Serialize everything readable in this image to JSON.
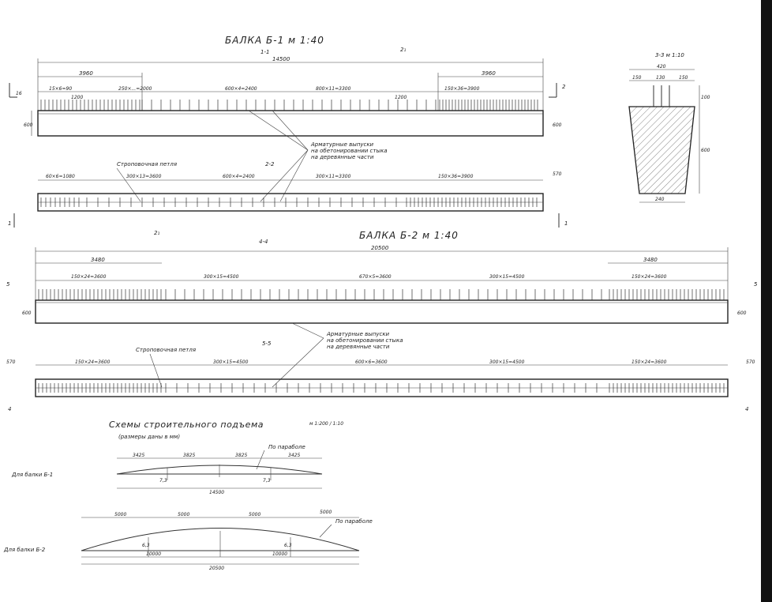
{
  "beam1": {
    "title": "БАЛКА Б-1  м 1:40",
    "sec_marker": "2₁",
    "view_label": "1-1",
    "total": "14500",
    "dim_left": "3960",
    "dim_right": "3960",
    "spacing_labels": [
      "15×6=90",
      "250×...=2000",
      "600×4=2400",
      "800×11=3300",
      "150×36=3900"
    ],
    "end_labels": [
      "1200",
      "1200"
    ],
    "side_num": "16",
    "height": "600",
    "plan_label": "2-2",
    "plan_spacing": [
      "60×6=1080",
      "300×13=3600",
      "600×4=2400",
      "300×11=3300",
      "150×36=3900"
    ],
    "plan_end": "570",
    "strop_label": "Строповочная петля",
    "note": [
      "Арматурные выпуски",
      "на обетонировании стыка",
      "на деревянные части"
    ],
    "mark_top": "2",
    "mark_bottom": "1"
  },
  "section": {
    "title": "3-3  м 1:10",
    "top_width": "420",
    "top_parts": [
      "150",
      "130",
      "150"
    ],
    "right_top": "100",
    "height": "600",
    "bottom_width": "240"
  },
  "beam2": {
    "title": "БАЛКА Б-2  м 1:40",
    "sec_marker": "2₁",
    "view_label": "4-4",
    "total": "20500",
    "dim_left": "3480",
    "dim_right": "3480",
    "spacing_labels": [
      "150×24=3600",
      "300×15=4500",
      "670×5=3600",
      "300×15=4500",
      "150×24=3600"
    ],
    "height": "600",
    "plan_label": "5-5",
    "plan_spacing": [
      "150×24=3600",
      "300×15=4500",
      "600×6=3600",
      "300×15=4500",
      "150×24=3600"
    ],
    "plan_end": "570",
    "strop_label": "Строповочная петля",
    "note": [
      "Арматурные выпуски",
      "на обетонировании стыка",
      "на деревянные части"
    ],
    "mark_left": "5",
    "mark_right": "5",
    "mark_bottom_left": "4",
    "mark_bottom_right": "4"
  },
  "schemes": {
    "title": "Схемы строительного подъема",
    "scale": "м 1:200 / 1:10",
    "subtitle": "(размеры даны в мм)",
    "b1_label": "Для балки Б-1",
    "b1_dims": [
      "3425",
      "3825",
      "3825",
      "3425"
    ],
    "b1_marks": [
      "7,3",
      "7,3"
    ],
    "b1_total": "14500",
    "b1_note": "По параболе",
    "b2_label": "Для балки Б-2",
    "b2_dims": [
      "5000",
      "5000",
      "5000",
      "5000"
    ],
    "b2_marks": [
      "6,3",
      "6,3"
    ],
    "b2_sub": [
      "10000",
      "10000"
    ],
    "b2_total": "20500",
    "b2_note": "По параболе"
  }
}
